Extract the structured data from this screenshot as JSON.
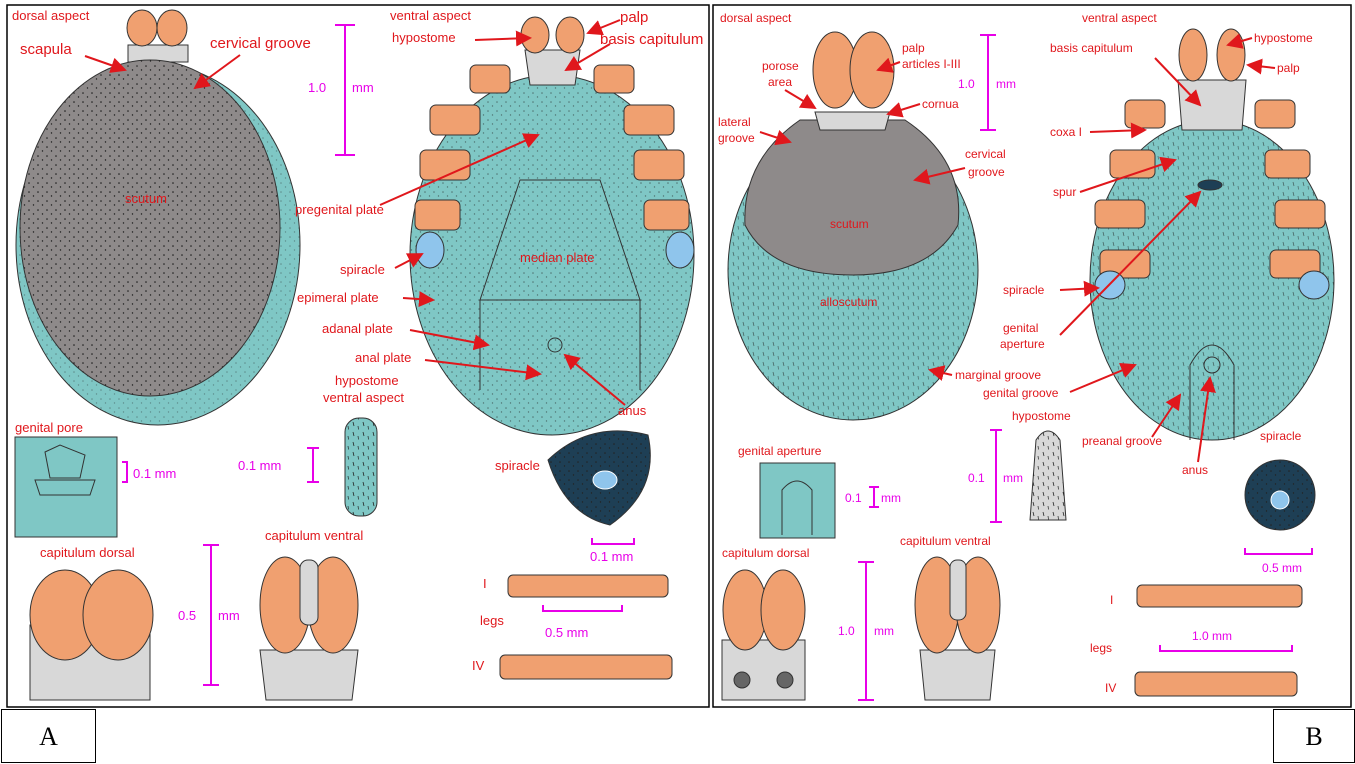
{
  "colors": {
    "shield": "#8e8a8a",
    "body": "#7fc7c5",
    "leg": "#f0a070",
    "label": "#e0171c",
    "scale": "#e800e8",
    "capitulum": "#d8d8d8",
    "spiracle": "#8fc5ec"
  },
  "panels": {
    "a_letter": "A",
    "b_letter": "B"
  },
  "panel_a": {
    "dorsal_aspect": "dorsal aspect",
    "scapula": "scapula",
    "cervical_groove": "cervical groove",
    "scutum": "scutum",
    "scale_1mm": "1.0",
    "mm": "mm",
    "ventral_aspect": "ventral aspect",
    "hypostome": "hypostome",
    "palp": "palp",
    "basis_capitulum": "basis capitulum",
    "pregenital_plate": "pregenital plate",
    "median_plate": "median plate",
    "spiracle": "spiracle",
    "epimeral_plate": "epimeral plate",
    "adanal_plate": "adanal plate",
    "anal_plate": "anal plate",
    "anus": "anus",
    "hypostome_ventral_1": "hypostome",
    "hypostome_ventral_2": "ventral aspect",
    "genital_pore": "genital pore",
    "scale_01mm": "0.1 mm",
    "scale_01mm_b": "0.1 mm",
    "spiracle_2": "spiracle",
    "scale_01mm_c": "0.1 mm",
    "capitulum_dorsal": "capitulum dorsal",
    "capitulum_ventral": "capitulum ventral",
    "scale_05": "0.5",
    "mm_2": "mm",
    "leg_I": "I",
    "legs": "legs",
    "scale_05mm": "0.5 mm",
    "leg_IV": "IV"
  },
  "panel_b": {
    "dorsal_aspect": "dorsal aspect",
    "porose_area_1": "porose",
    "porose_area_2": "area",
    "palp_articles_1": "palp",
    "palp_articles_2": "articles I-III",
    "scale_1": "1.0",
    "mm": "mm",
    "cornua": "cornua",
    "lateral_groove_1": "lateral",
    "lateral_groove_2": "groove",
    "cervical_groove_1": "cervical",
    "cervical_groove_2": "groove",
    "scutum": "scutum",
    "alloscutum": "alloscutum",
    "ventral_aspect": "ventral aspect",
    "hypostome": "hypostome",
    "basis_capitulum": "basis capitulum",
    "palp": "palp",
    "coxa": "coxa I",
    "spur": "spur",
    "spiracle": "spiracle",
    "genital_aperture_1": "genital",
    "genital_aperture_2": "aperture",
    "marginal_groove": "marginal groove",
    "genital_groove": "genital groove",
    "hypostome_2": "hypostome",
    "preanal_groove": "preanal groove",
    "anus": "anus",
    "spiracle_2": "spiracle",
    "genital_aperture_label": "genital aperture",
    "scale_01": "0.1",
    "mm_2": "mm",
    "scale_01b": "0.1",
    "mm_3": "mm",
    "scale_05mm": "0.5 mm",
    "capitulum_dorsal": "capitulum dorsal",
    "capitulum_ventral": "capitulum ventral",
    "scale_1b": "1.0",
    "mm_4": "mm",
    "leg_I": "I",
    "legs": "legs",
    "scale_10mm": "1.0 mm",
    "leg_IV": "IV"
  }
}
